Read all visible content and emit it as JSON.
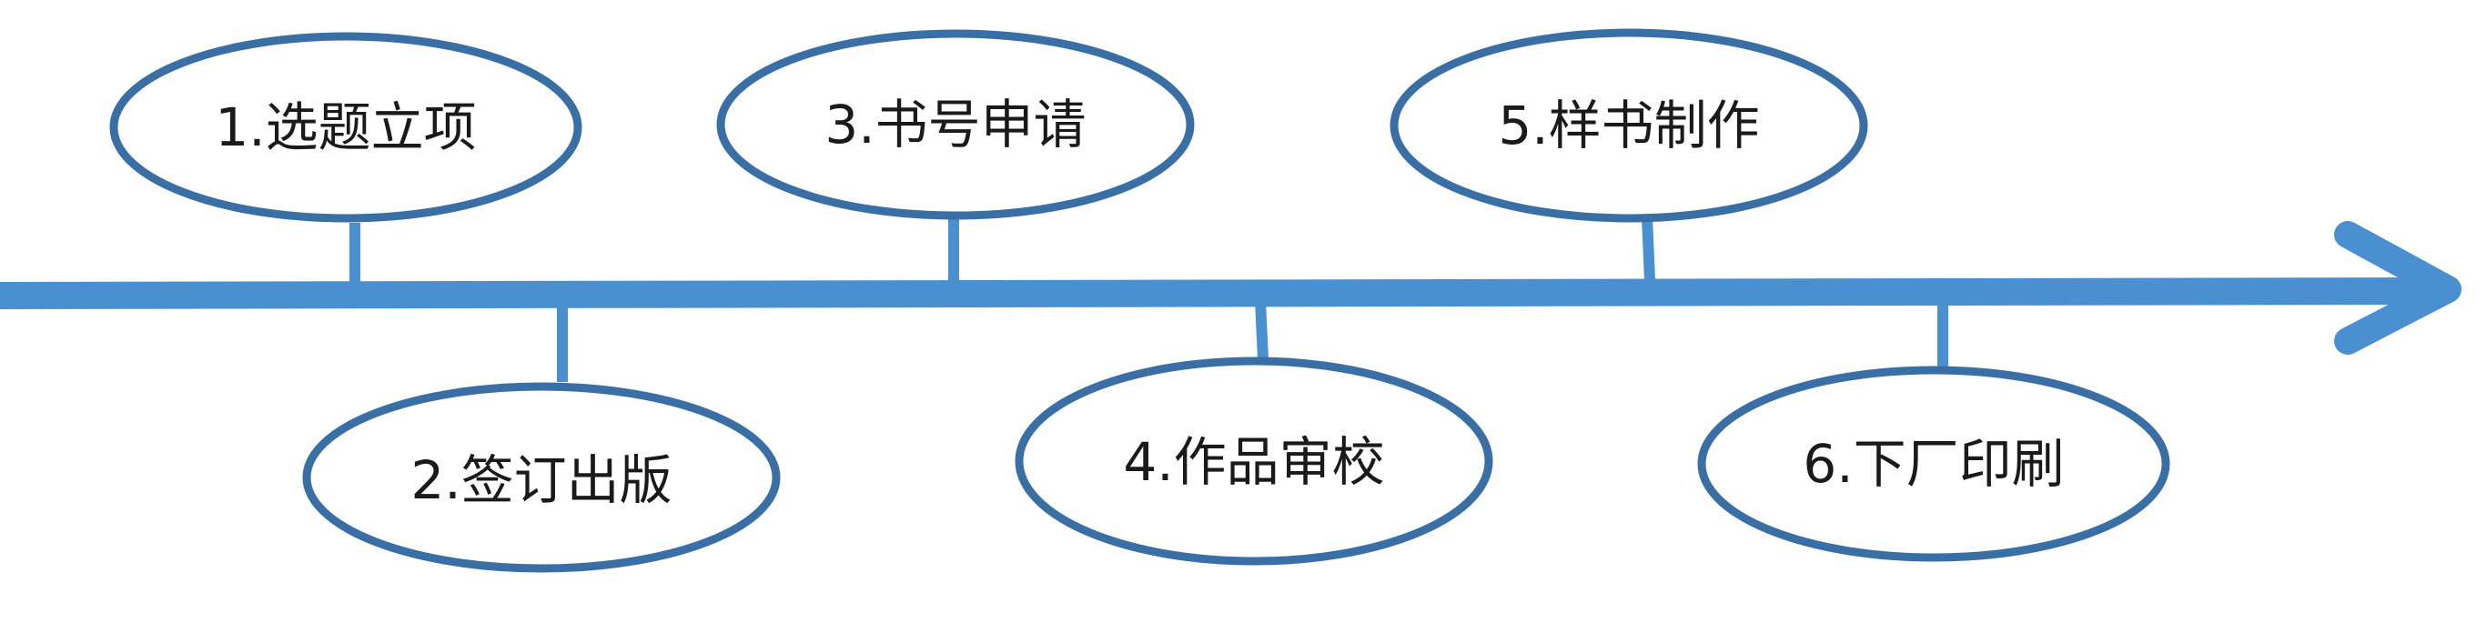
{
  "colors": {
    "axis": "#4a8fd0",
    "connector": "#4a8fd0",
    "ellipse_stroke": "#3a6fa6",
    "ellipse_fill": "#ffffff",
    "text": "#1a1a1a"
  },
  "steps": [
    {
      "label": "1.选题立项",
      "position": "above"
    },
    {
      "label": "2.签订出版",
      "position": "below"
    },
    {
      "label": "3.书号申请",
      "position": "above"
    },
    {
      "label": "4.作品审校",
      "position": "below"
    },
    {
      "label": "5.样书制作",
      "position": "above"
    },
    {
      "label": "6.下厂印刷",
      "position": "below"
    }
  ]
}
